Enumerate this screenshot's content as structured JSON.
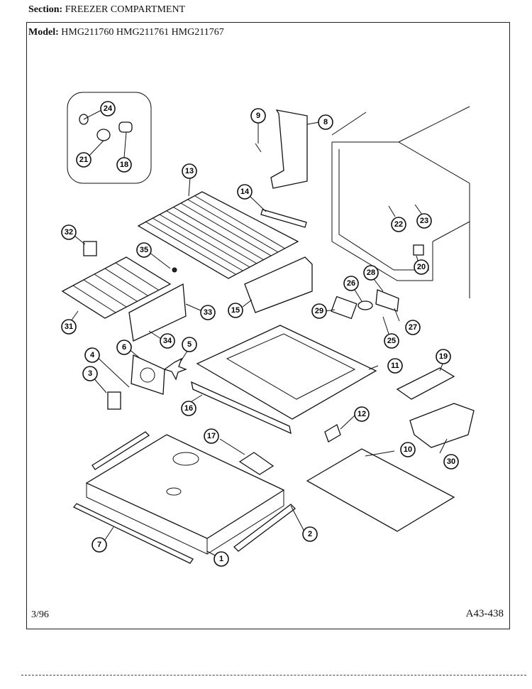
{
  "header": {
    "section_label": "Section:",
    "section_value": "FREEZER COMPARTMENT",
    "model_label": "Model:",
    "models": "HMG211760  HMG211761  HMG211767"
  },
  "footer": {
    "date": "3/96",
    "page_code": "A43-438"
  },
  "callouts": [
    "1",
    "2",
    "3",
    "4",
    "5",
    "6",
    "7",
    "8",
    "9",
    "10",
    "11",
    "12",
    "13",
    "14",
    "15",
    "16",
    "17",
    "18",
    "19",
    "20",
    "21",
    "22",
    "23",
    "24",
    "25",
    "26",
    "27",
    "28",
    "29",
    "30",
    "31",
    "32",
    "33",
    "34",
    "35"
  ]
}
